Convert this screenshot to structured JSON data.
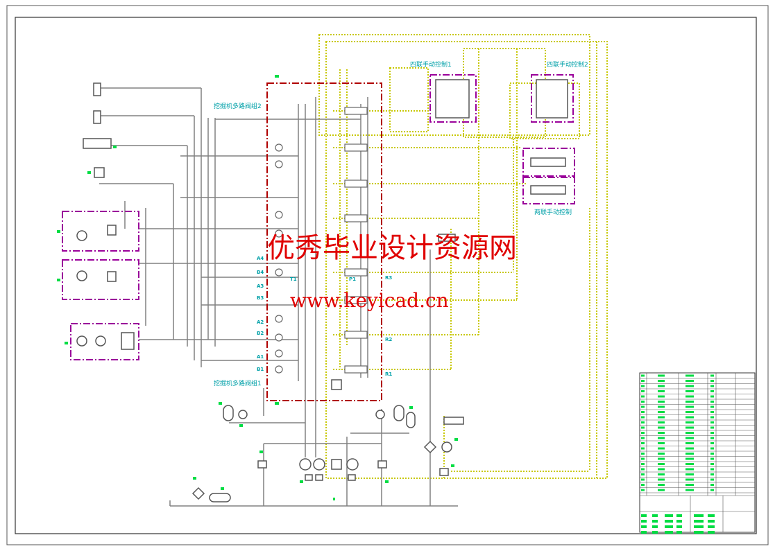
{
  "labels": {
    "four_way_1": "四联手动控制1",
    "four_way_2": "四联手动控制2",
    "two_way": "两联手动控制",
    "valve_group_2": "挖掘机多路阀组2",
    "valve_group_1": "挖掘机多路阀组1"
  },
  "ports": {
    "A4": "A4",
    "B4": "B4",
    "A3": "A3",
    "B3": "B3",
    "A2": "A2",
    "B2": "B2",
    "A1": "A1",
    "B1": "B1",
    "R1": "R1",
    "R2": "R2",
    "R3": "R3",
    "P1": "P1",
    "T1": "T1"
  },
  "watermark": {
    "cn": "优秀毕业设计资源网",
    "url": "www.keyicad.cn"
  },
  "colors": {
    "pipe": "#808080",
    "pilot": "#c8c800",
    "boundary_red": "#b00000",
    "boundary_purple": "#9a009a",
    "label": "#00a0a8",
    "titleblock_green": "#00dd44"
  }
}
